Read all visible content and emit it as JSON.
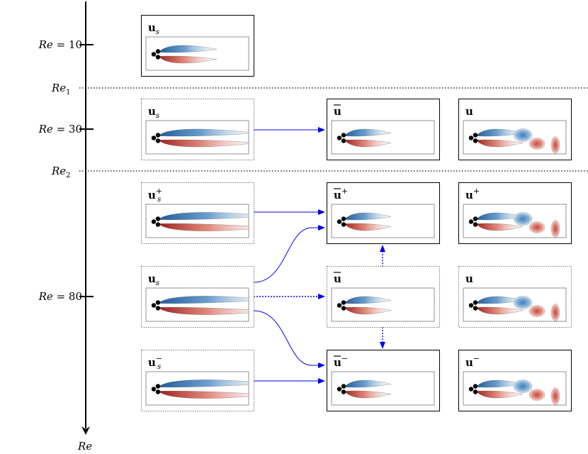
{
  "axis": {
    "label": "Re",
    "ticks": [
      {
        "id": "re-10",
        "prefix": "Re",
        "eq": " = ",
        "value": "10"
      },
      {
        "id": "re-30",
        "prefix": "Re",
        "eq": " = ",
        "value": "30"
      },
      {
        "id": "re-80",
        "prefix": "Re",
        "eq": " = ",
        "value": "80"
      }
    ],
    "thresholds": [
      {
        "id": "re1",
        "prefix": "Re",
        "sub": "1"
      },
      {
        "id": "re2",
        "prefix": "Re",
        "sub": "2"
      }
    ]
  },
  "panels": [
    {
      "id": "re10-base",
      "symbol": "u",
      "sub": "s",
      "sup": "",
      "bar": false,
      "border": "solid",
      "field": "base-short"
    },
    {
      "id": "re30-base",
      "symbol": "u",
      "sub": "s",
      "sup": "",
      "bar": false,
      "border": "dotted",
      "field": "base-medium"
    },
    {
      "id": "re30-mean",
      "symbol": "u",
      "sub": "",
      "sup": "",
      "bar": true,
      "border": "solid",
      "field": "mean"
    },
    {
      "id": "re30-flow",
      "symbol": "u",
      "sub": "",
      "sup": "",
      "bar": false,
      "border": "solid",
      "field": "shedding"
    },
    {
      "id": "re80-base-plus",
      "symbol": "u",
      "sub": "s",
      "sup": "+",
      "bar": false,
      "border": "dotted",
      "field": "base-long"
    },
    {
      "id": "re80-mean-plus",
      "symbol": "u",
      "sub": "",
      "sup": "+",
      "bar": true,
      "border": "solid",
      "field": "mean"
    },
    {
      "id": "re80-flow-plus",
      "symbol": "u",
      "sub": "",
      "sup": "+",
      "bar": false,
      "border": "solid",
      "field": "shedding"
    },
    {
      "id": "re80-base",
      "symbol": "u",
      "sub": "s",
      "sup": "",
      "bar": false,
      "border": "dotted",
      "field": "base-long"
    },
    {
      "id": "re80-mean",
      "symbol": "u",
      "sub": "",
      "sup": "",
      "bar": true,
      "border": "dotted",
      "field": "mean"
    },
    {
      "id": "re80-flow",
      "symbol": "u",
      "sub": "",
      "sup": "",
      "bar": false,
      "border": "dotted",
      "field": "shedding"
    },
    {
      "id": "re80-base-minus",
      "symbol": "u",
      "sub": "s",
      "sup": "−",
      "bar": false,
      "border": "dotted",
      "field": "base-long"
    },
    {
      "id": "re80-mean-minus",
      "symbol": "u",
      "sub": "",
      "sup": "−",
      "bar": true,
      "border": "solid",
      "field": "mean"
    },
    {
      "id": "re80-flow-minus",
      "symbol": "u",
      "sub": "",
      "sup": "−",
      "bar": false,
      "border": "solid",
      "field": "shedding"
    }
  ],
  "arrows": [
    {
      "id": "re30-base-to-mean",
      "from": "re30-base",
      "to": "re30-mean",
      "style": "solid"
    },
    {
      "id": "re80-plus-base-to-mean",
      "from": "re80-base-plus",
      "to": "re80-mean-plus",
      "style": "solid"
    },
    {
      "id": "re80-base-to-mean-plus",
      "from": "re80-base",
      "to": "re80-mean-plus",
      "style": "curve"
    },
    {
      "id": "re80-base-to-mean",
      "from": "re80-base",
      "to": "re80-mean",
      "style": "dotted"
    },
    {
      "id": "re80-base-to-mean-minus",
      "from": "re80-base",
      "to": "re80-mean-minus",
      "style": "curve"
    },
    {
      "id": "re80-minus-base-to-mean",
      "from": "re80-base-minus",
      "to": "re80-mean-minus",
      "style": "solid"
    },
    {
      "id": "re80-mean-to-mean-plus",
      "from": "re80-mean",
      "to": "re80-mean-plus",
      "style": "dotted-vertical"
    },
    {
      "id": "re80-mean-to-mean-minus",
      "from": "re80-mean",
      "to": "re80-mean-minus",
      "style": "dotted-vertical"
    }
  ],
  "colors": {
    "arrow": "#0000ee",
    "negative": "#2c6ba8",
    "positive": "#c0392b",
    "axis": "#000000"
  }
}
